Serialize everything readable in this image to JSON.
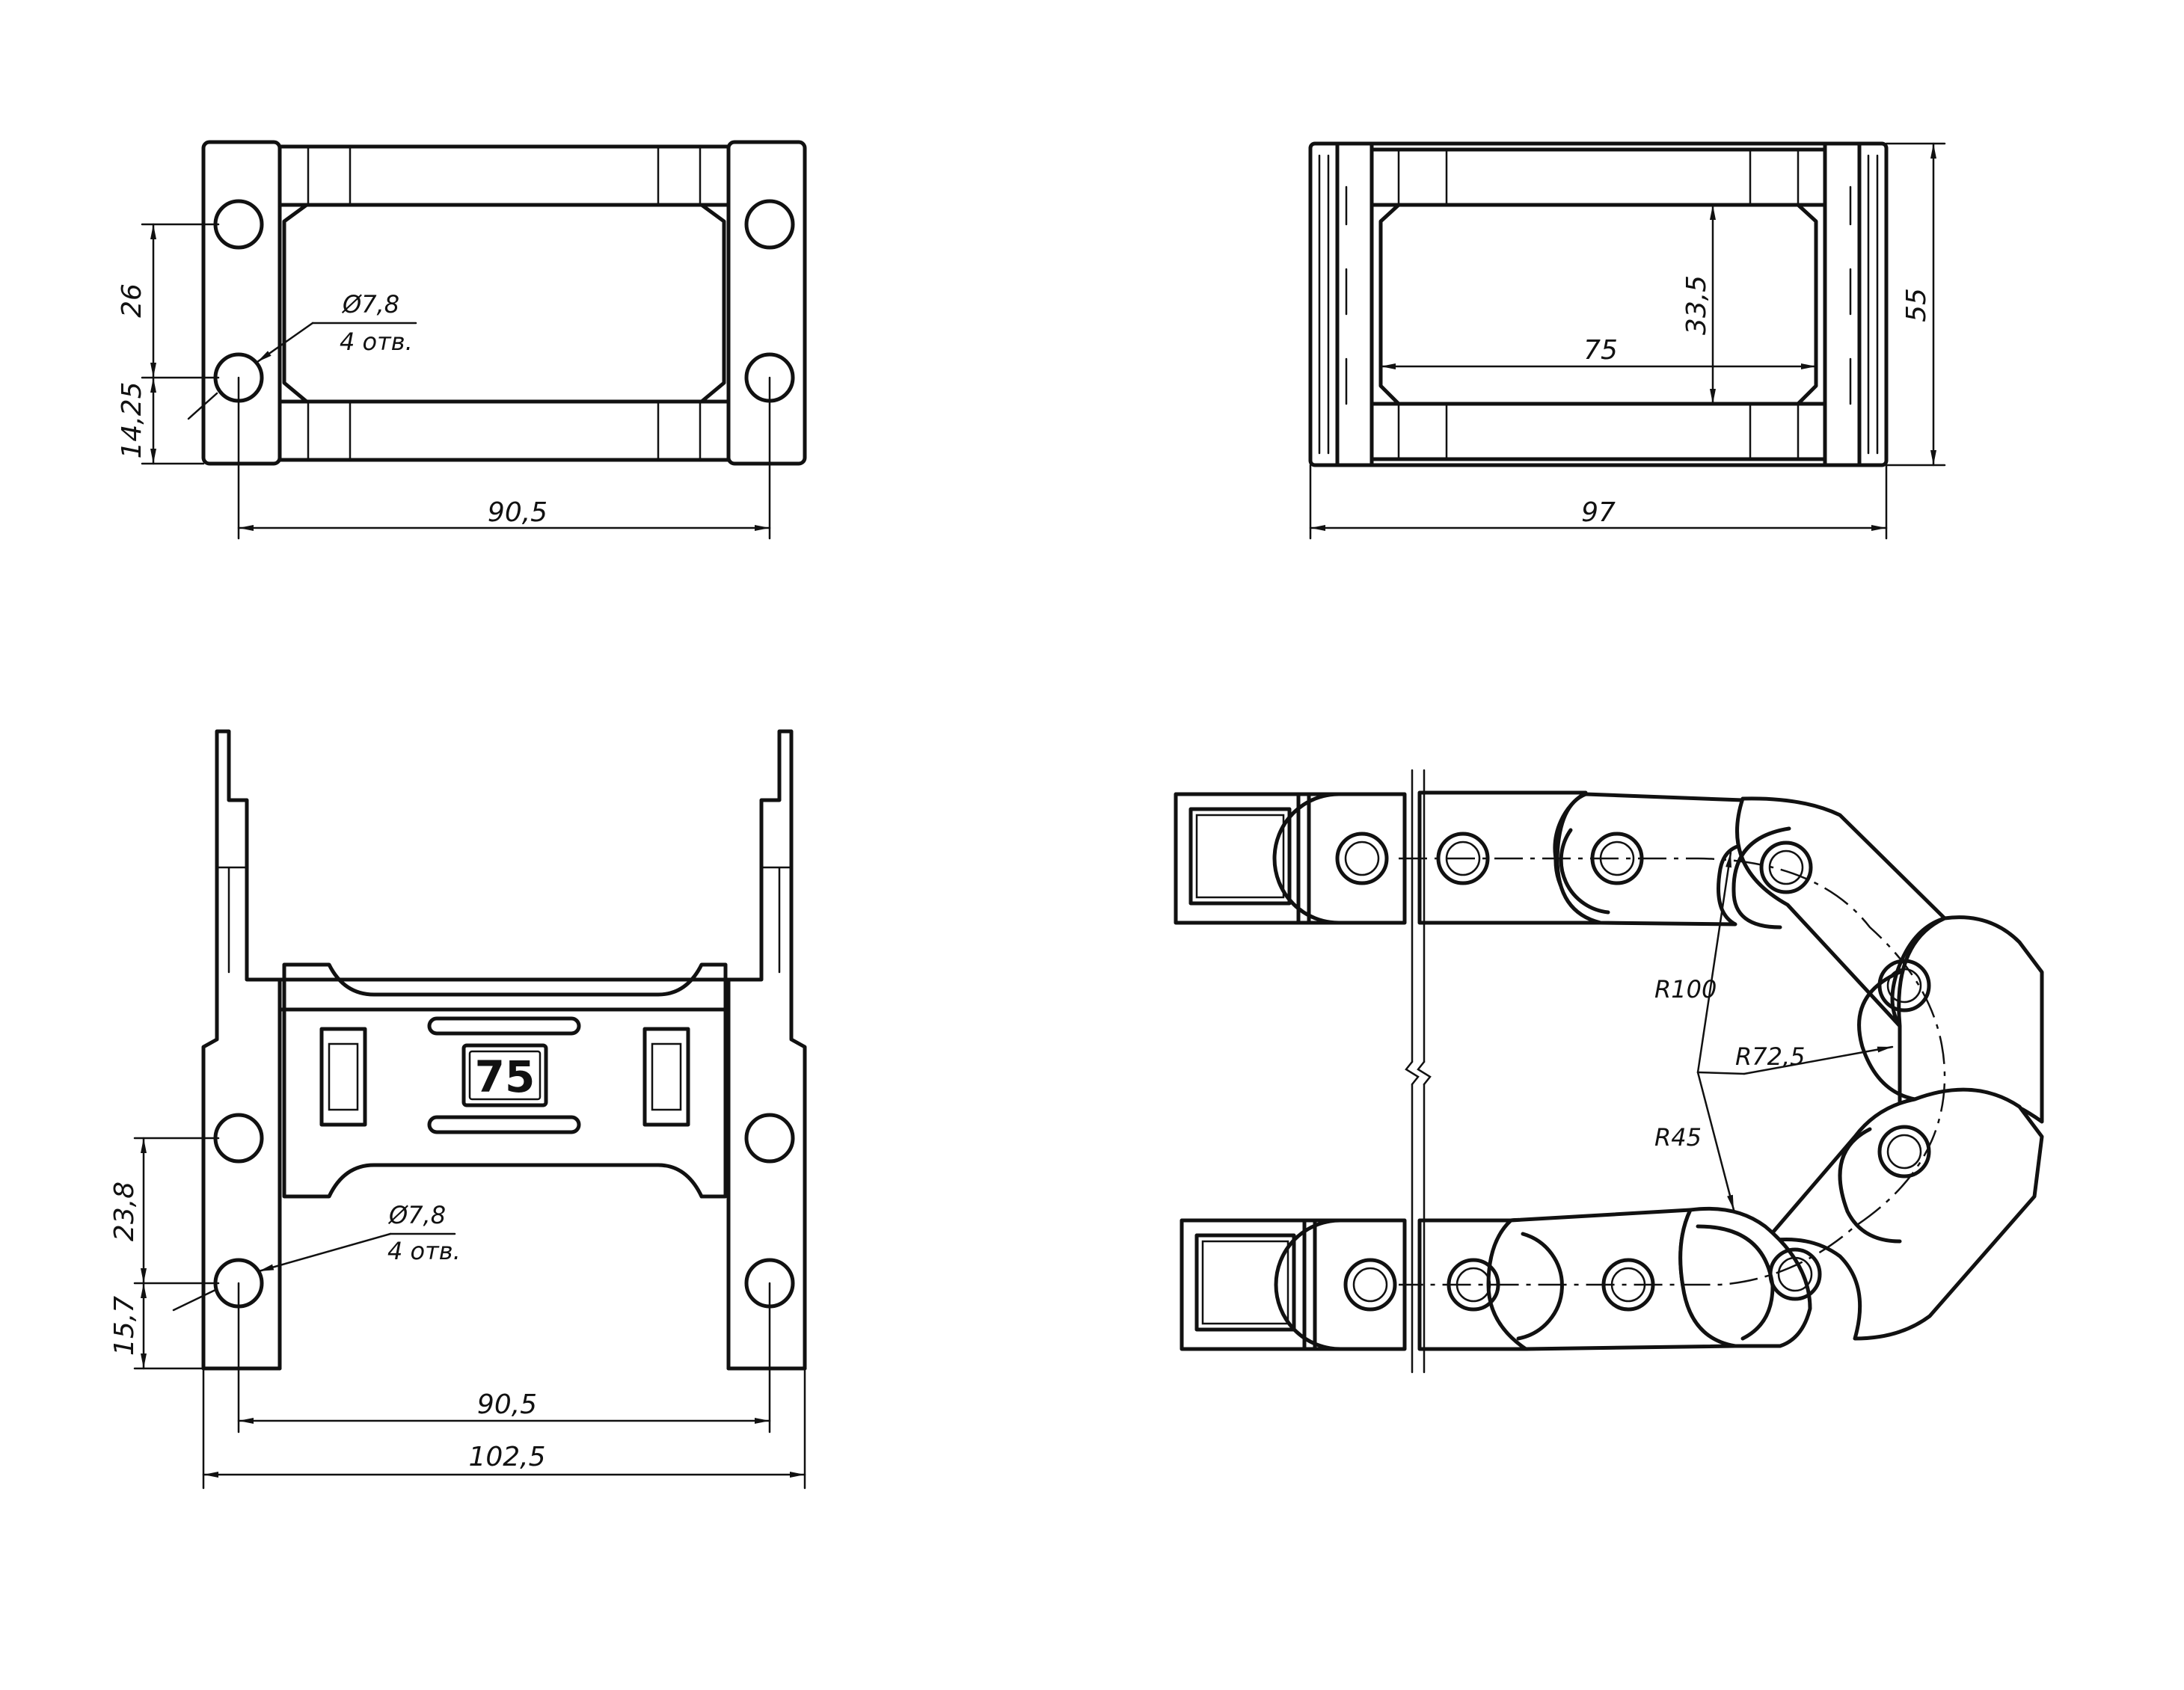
{
  "views": {
    "top_left": {
      "dims": {
        "hole_spacing_v": "26",
        "edge_to_hole": "14,25",
        "hole_spacing_h": "90,5"
      },
      "hole_note": {
        "diameter": "Ø7,8",
        "count": "4 отв."
      }
    },
    "top_right": {
      "dims": {
        "inner_height": "33,5",
        "inner_width": "75",
        "outer_width": "97",
        "outer_height": "55"
      }
    },
    "bottom_left": {
      "badge": "75",
      "dims": {
        "hole_spacing_v": "23,8",
        "edge_to_hole": "15,7",
        "hole_spacing_h": "90,5",
        "overall_width": "102,5"
      },
      "hole_note": {
        "diameter": "Ø7,8",
        "count": "4 отв."
      }
    },
    "bottom_right": {
      "radii": {
        "outer": "R100",
        "pitch": "R72,5",
        "inner": "R45"
      }
    }
  },
  "colors": {
    "line": "#111111",
    "paper": "#ffffff"
  }
}
